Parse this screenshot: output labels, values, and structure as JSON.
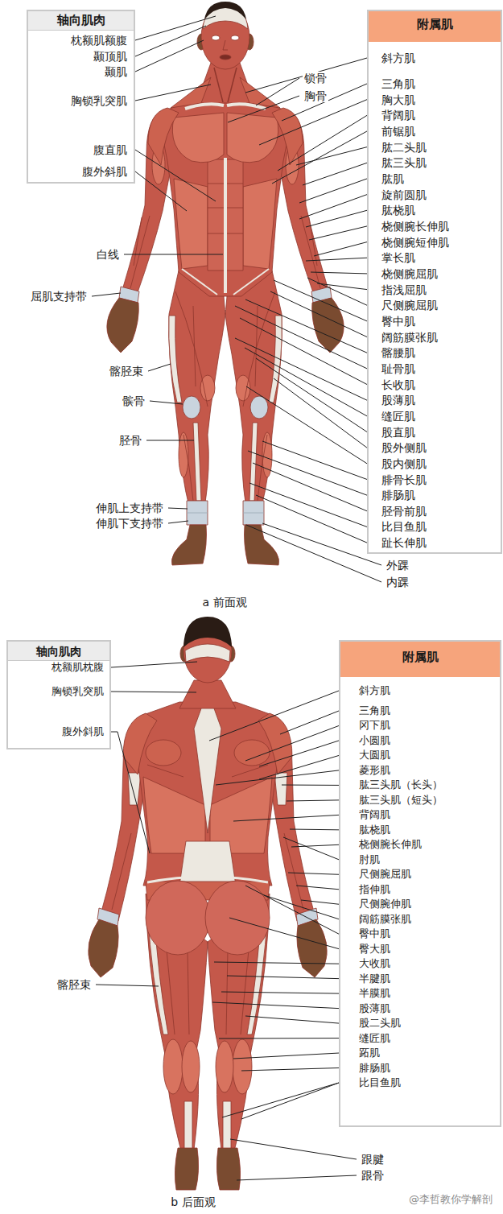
{
  "diagram": {
    "nodes": [
      {
        "text": [
          "轴向肌肉",
          "枕额肌额腹",
          "颞顶肌",
          "颞肌",
          "胸锁乳突肌",
          "腹直肌",
          "腹外斜肌"
        ]
      },
      {
        "text": [
          "斜方肌",
          "三角肌",
          "胸大肌",
          "背阔肌",
          "前锯肌",
          "肱二头肌",
          "肱三头肌",
          "肱肌",
          "旋前圆肌",
          "肱桡肌",
          "桡侧腕长伸肌",
          "桡侧腕短伸肌",
          "掌长肌",
          "桡侧腕屈肌",
          "指浅屈肌",
          "尺侧腕屈肌",
          "臀中肌",
          "阔筋膜张肌",
          "髂腰肌",
          "耻骨肌",
          "长收肌",
          "股薄肌",
          "缝匠肌",
          "股直肌",
          "股外侧肌",
          "股内侧肌",
          "腓骨长肌",
          "腓肠肌",
          "胫骨前肌",
          "比目鱼肌",
          "趾长伸肌"
        ]
      },
      {
        "text": [
          "附属肌"
        ],
        "in": 1
      },
      {
        "text": [
          "轴向肌肉",
          "枕额肌枕腹",
          "胸锁乳突肌",
          "腹外斜肌"
        ]
      },
      {
        "text": [
          "斜方肌",
          "三角肌",
          "冈下肌",
          "小圆肌",
          "大圆肌",
          "菱形肌",
          "肱三头肌（长头）",
          "肱三头肌（短头）",
          "背阔肌",
          "肱桡肌",
          "桡侧腕长伸肌",
          "肘肌",
          "尺侧腕屈肌",
          "指伸肌",
          "尺侧腕伸肌",
          "阔筋膜张肌",
          "臀中肌",
          "臀大肌",
          "大收肌",
          "半腱肌",
          "半膜肌",
          "股薄肌",
          "股二头肌",
          "缝匠肌",
          "跖肌",
          "腓肠肌",
          "比目鱼肌"
        ]
      },
      {
        "text": [
          "附属肌"
        ],
        "in": 4
      }
    ],
    "labels": [
      "锁骨",
      "胸骨",
      "白线",
      "屈肌支持带",
      "髂胫束",
      "髌骨",
      "胫骨",
      "伸肌上支持带",
      "伸肌下支持带",
      "外踝",
      "内踝",
      "a 前面观",
      "髂胫束",
      "跟腱",
      "跟骨",
      "b 后面观",
      "@李哲教你学解剖"
    ]
  }
}
